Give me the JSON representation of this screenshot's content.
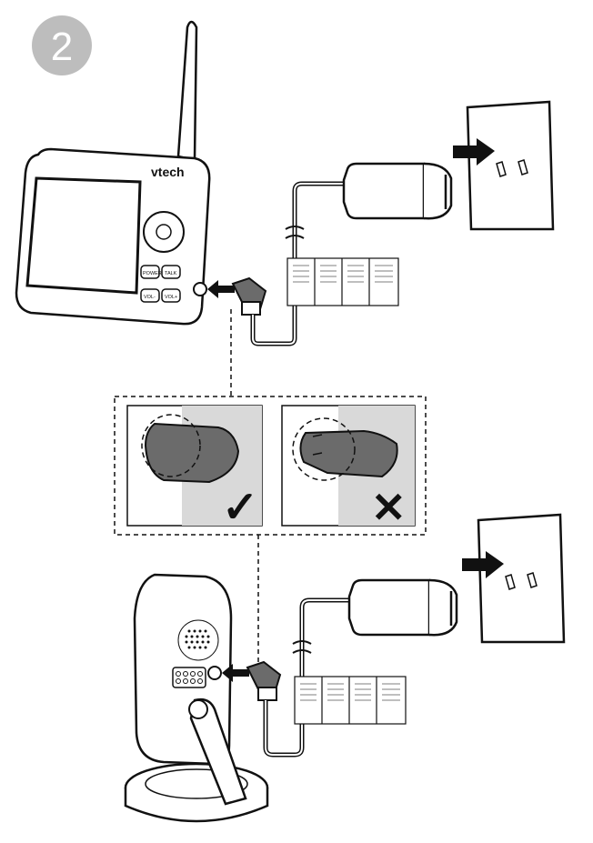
{
  "step": {
    "number": "2"
  },
  "parent_unit": {
    "brand": "vtech",
    "buttons": {
      "power": "POWER",
      "talk": "TALK",
      "vol_minus": "VOL-",
      "vol_plus": "VOL+"
    }
  },
  "comparison": {
    "correct_mark": "✓",
    "wrong_mark": "✕"
  },
  "colors": {
    "badge": "#bdbdbd",
    "badge_text": "#ffffff",
    "line": "#111111",
    "plug_fill": "#6b6b6b",
    "panel_grey": "#d9d9d9",
    "wall": "#ffffff"
  }
}
